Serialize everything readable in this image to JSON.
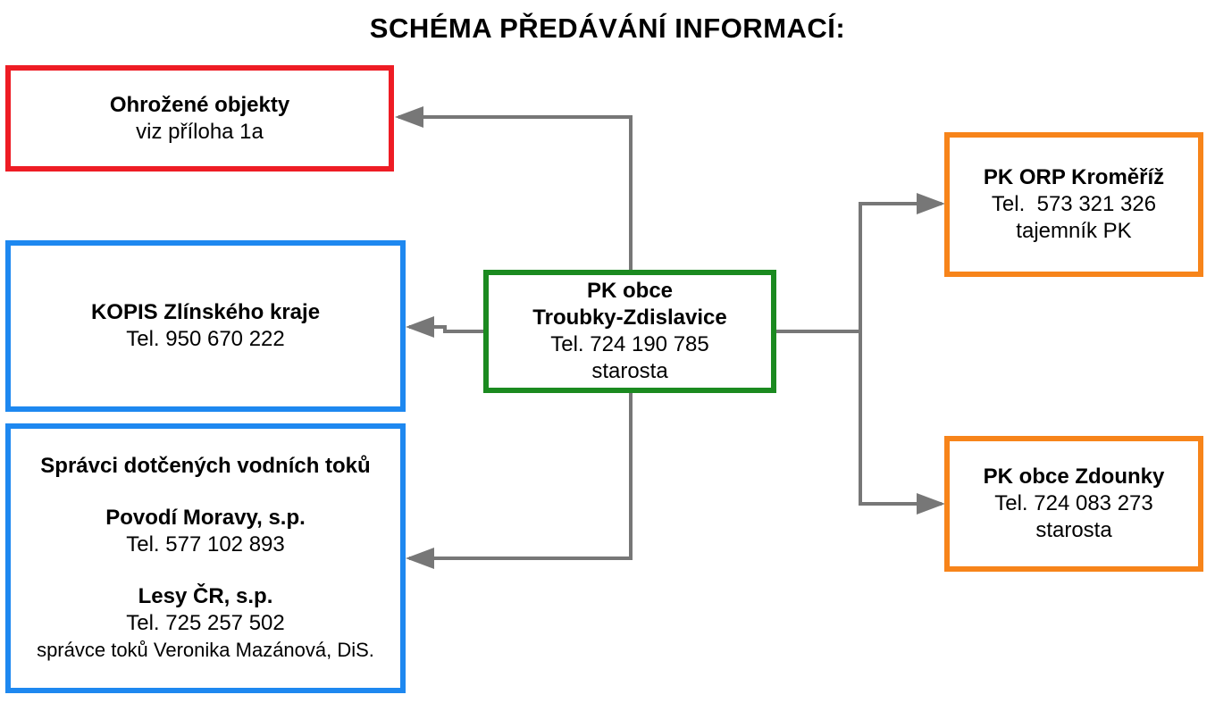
{
  "title": "SCHÉMA PŘEDÁVÁNÍ INFORMACÍ:",
  "colors": {
    "threatened": "#ee1c24",
    "regional": "#1e88f0",
    "center": "#1b8a20",
    "crisis": "#f7841a",
    "connector": "#777777"
  },
  "nodes": {
    "threatened": {
      "heading": "Ohrožené objekty",
      "line1": "viz příloha 1a"
    },
    "kopis": {
      "heading": "KOPIS Zlínského kraje",
      "line1": "Tel. 950 670 222"
    },
    "water": {
      "heading": "Správci dotčených vodních toků",
      "org1_name": "Povodí Moravy, s.p.",
      "org1_tel": "Tel. 577 102 893",
      "org2_name": "Lesy ČR, s.p.",
      "org2_tel": "Tel. 725 257 502",
      "org2_contact": "správce toků Veronika Mazánová, DiS."
    },
    "center": {
      "heading1": "PK obce",
      "heading2": "Troubky-Zdislavice",
      "line1": "Tel. 724 190 785",
      "line2": "starosta"
    },
    "orp": {
      "heading": "PK ORP Kroměříž",
      "line1": "Tel.  573 321 326",
      "line2": "tajemník PK"
    },
    "zdounky": {
      "heading": "PK obce Zdounky",
      "line1": "Tel. 724 083 273",
      "line2": "starosta"
    }
  }
}
